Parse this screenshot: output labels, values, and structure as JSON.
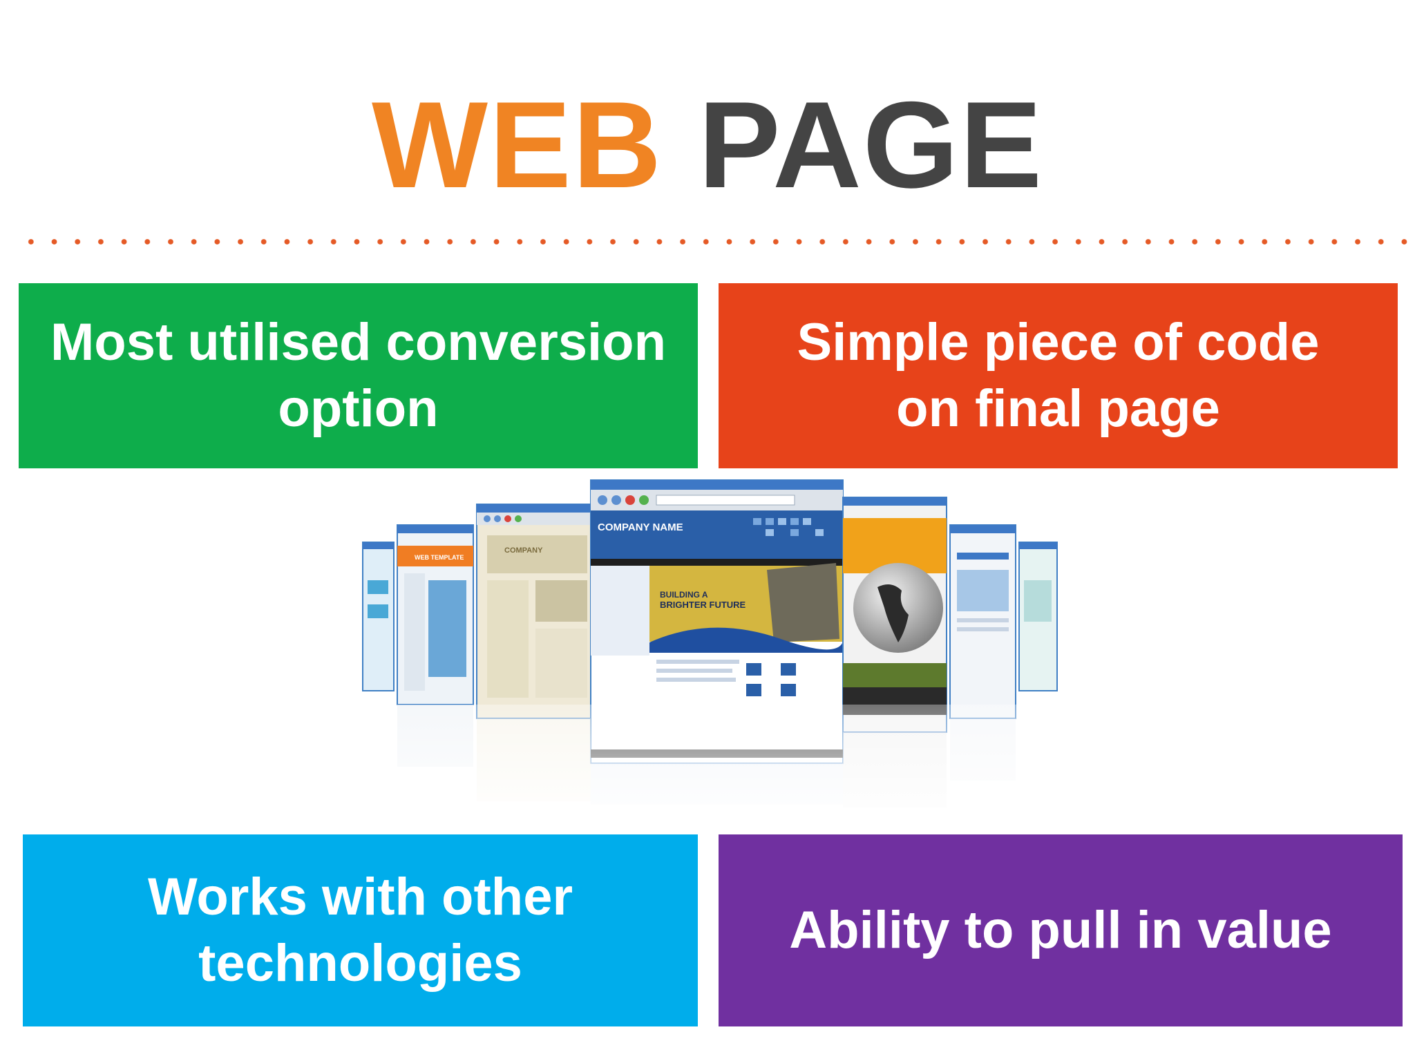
{
  "title": {
    "word1": "WEB",
    "word2": "PAGE"
  },
  "colors": {
    "title_accent": "#f08423",
    "title_dark": "#444444",
    "divider": "#e55a26",
    "box_green": "#0ead4b",
    "box_red": "#e7431a",
    "box_blue": "#00adeb",
    "box_purple": "#7030a0"
  },
  "boxes": {
    "top_left": {
      "line1": "Most utilised conversion",
      "line2": "option"
    },
    "top_right": {
      "line1": "Simple piece of code",
      "line2": "on final page"
    },
    "bottom_left": {
      "line1": "Works with other",
      "line2": "technologies"
    },
    "bottom_right": {
      "line1": "Ability to pull in value"
    }
  },
  "illustration": {
    "company_name": "COMPANY NAME",
    "headline_1": "BUILDING A",
    "headline_2": "BRIGHTER FUTURE",
    "left_template": "WEB TEMPLATE",
    "left_company": "COMPANY"
  }
}
